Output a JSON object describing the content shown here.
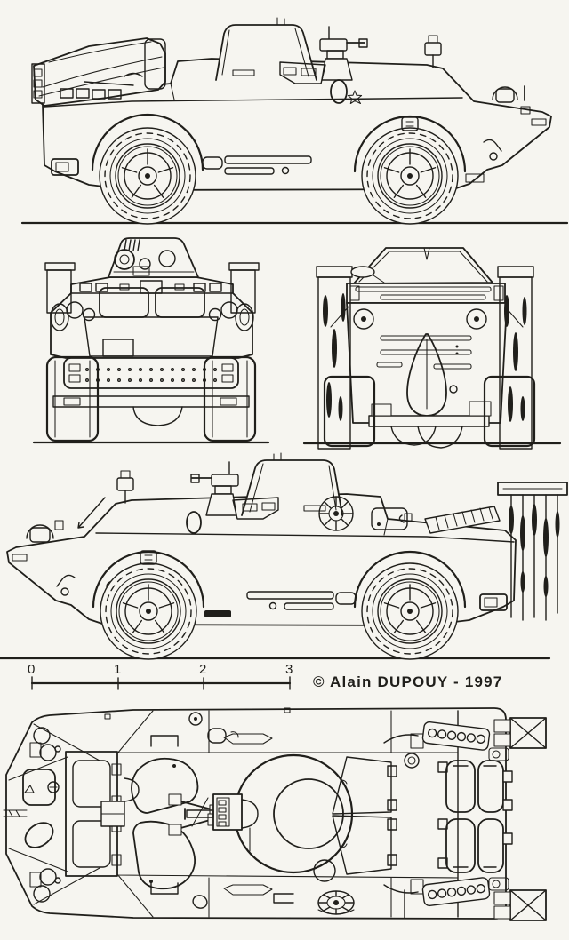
{
  "colors": {
    "paper": "#f6f5f0",
    "ink": "#201f1b"
  },
  "scale_bar": {
    "labels": [
      "0",
      "1",
      "2",
      "3"
    ]
  },
  "copyright": {
    "text": "© Alain DUPOUY - 1997"
  }
}
